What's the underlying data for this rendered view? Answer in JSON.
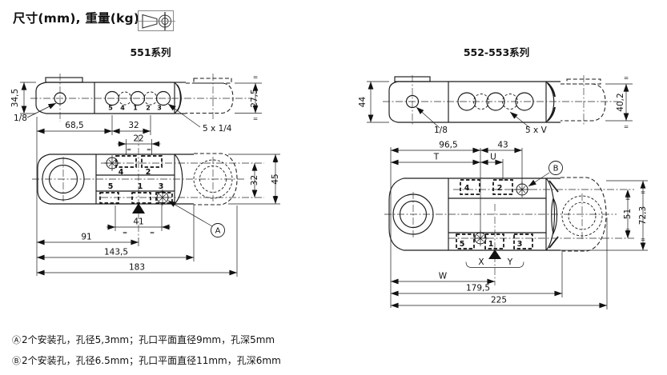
{
  "page": {
    "title": "尺寸(mm), 重量(kg)"
  },
  "sym": {
    "eq": "="
  },
  "s551": {
    "heading": "551系列",
    "top": {
      "height": "34,5",
      "end_height": "27,5",
      "thread": "1/8",
      "dim_a": "68,5",
      "dim_b": "32",
      "ports_label": "5 x 1/4",
      "h5": "5",
      "h4": "4",
      "h1": "1",
      "h2": "2",
      "h3": "3"
    },
    "front": {
      "dim_22": "22",
      "dim_41": "41",
      "dim_32": "32",
      "dim_45": "45",
      "dim_91": "91",
      "dim_143": "143,5",
      "dim_183": "183",
      "p4": "4",
      "p2": "2",
      "p5": "5",
      "p1": "1",
      "p3": "3",
      "callout": "A"
    }
  },
  "s552": {
    "heading": "552-553系列",
    "top": {
      "height": "44",
      "end_height": "40,2",
      "thread": "1/8",
      "ports_label": "5 x V"
    },
    "front": {
      "dim_965": "96,5",
      "dim_43": "43",
      "dim_t": "T",
      "dim_u": "U",
      "dim_51": "51",
      "dim_723": "72,3",
      "dim_x": "X",
      "dim_y": "Y",
      "dim_w": "W",
      "dim_1795": "179,5",
      "dim_225": "225",
      "p4": "4",
      "p2": "2",
      "p5": "5",
      "p1": "1",
      "p3": "3",
      "callout": "B"
    }
  },
  "footnotes": [
    {
      "marker": "Ⓐ",
      "text": "2个安装孔，孔径5,3mm；孔口平面直径9mm，孔深5mm"
    },
    {
      "marker": "Ⓑ",
      "text": "2个安装孔，孔径6.5mm；孔口平面直径11mm，孔深6mm"
    }
  ]
}
